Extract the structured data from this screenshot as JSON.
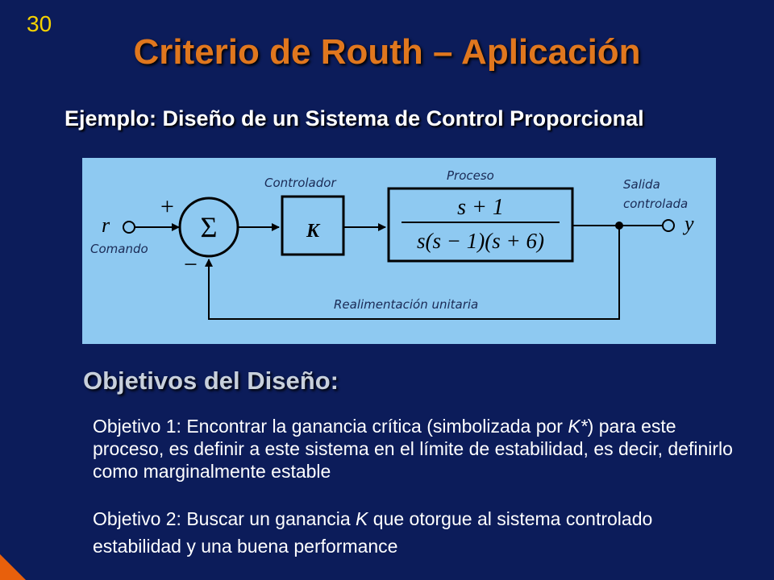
{
  "slide_number": "30",
  "title": "Criterio de Routh – Aplicación",
  "subtitle": "Ejemplo: Diseño de un Sistema de Control Proporcional",
  "diagram": {
    "label_controller": "Controlador",
    "label_process": "Proceso",
    "label_output": "Salida",
    "label_output_2": "controlada",
    "label_command": "Comando",
    "label_feedback": "Realimentación unitaria",
    "input_symbol": "r",
    "output_symbol": "y",
    "plus_sign": "+",
    "minus_sign": "−",
    "sum_symbol": "Σ",
    "gain_symbol": "K",
    "tf_numerator": "s + 1",
    "tf_denominator": "s(s − 1)(s + 6)"
  },
  "objectives": {
    "heading": "Objetivos del Diseño:",
    "obj1_pre": "Objetivo 1: Encontrar la ganancia crítica (simbolizada por ",
    "obj1_sym": "K*",
    "obj1_post": ") para este proceso, es definir a este sistema en el límite de estabilidad, es decir, definirlo como marginalmente estable",
    "obj2_pre": "Objetivo 2: Buscar un ganancia ",
    "obj2_sym": "K",
    "obj2_post": " que otorgue al sistema controlado estabilidad y una buena performance"
  },
  "colors": {
    "background": "#0c1c5a",
    "title": "#e0771e",
    "slide_number": "#f5d200",
    "diagram_panel": "#8ec9f1",
    "accent_corner": "#e8600c"
  }
}
